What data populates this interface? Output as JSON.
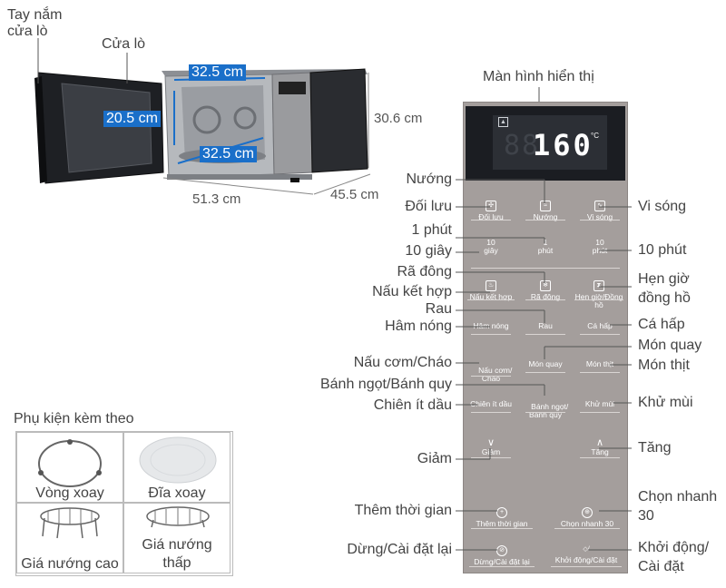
{
  "microwave": {
    "handle_label": "Tay nắm\ncửa lò",
    "door_label": "Cửa lò",
    "dims": {
      "inner_width": "32.5 cm",
      "inner_height": "20.5 cm",
      "inner_depth": "32.5 cm",
      "outer_height": "30.6 cm",
      "outer_width": "51.3 cm",
      "outer_depth": "45.5 cm"
    }
  },
  "panel": {
    "display_label": "Màn hình hiển thị",
    "display_value": "160",
    "display_unit": "°C",
    "buttons": {
      "doi_luu": "Đối lưu",
      "nuong": "Nướng",
      "vi_song": "Vi sóng",
      "b10_giay": "10\ngiây",
      "b1_phut": "1\nphút",
      "b10_phut": "10\nphút",
      "nau_ket_hop": "Nấu kết hợp",
      "ra_dong": "Rã đông",
      "hen_gio": "Hẹn giờ/Đồng hồ",
      "ham_nong": "Hâm nóng",
      "rau": "Rau",
      "ca_hap": "Cá hấp",
      "nau_com": "Nấu cơm/\nCháo",
      "mon_quay": "Món quay",
      "mon_thit": "Món thịt",
      "chien_it_dau": "Chiên ít dầu",
      "banh_ngot": "Bánh ngọt/\nBánh quy",
      "khu_mui": "Khử mùi",
      "giam": "Giảm",
      "tang": "Tăng",
      "them_thoi_gian": "Thêm thời gian",
      "chon_nhanh": "Chọn nhanh 30",
      "dung": "Dừng/Cài đặt lại",
      "khoi_dong": "Khởi động/Cài đặt"
    }
  },
  "labels_left": {
    "nuong": "Nướng",
    "doi_luu": "Đối lưu",
    "mot_phut": "1 phút",
    "muoi_giay": "10 giây",
    "ra_dong": "Rã đông",
    "nau_ket_hop": "Nấu kết hợp",
    "rau": "Rau",
    "ham_nong": "Hâm nóng",
    "nau_com": "Nấu cơm/Cháo",
    "banh_ngot": "Bánh ngọt/Bánh quy",
    "chien_it_dau": "Chiên ít dầu",
    "giam": "Giảm",
    "them_thoi_gian": "Thêm thời gian",
    "dung": "Dừng/Cài đặt lại"
  },
  "labels_right": {
    "vi_song": "Vi sóng",
    "muoi_phut": "10 phút",
    "hen_gio": "Hẹn giờ\nđồng hồ",
    "ca_hap": "Cá hấp",
    "mon_quay": "Món quay",
    "mon_thit": "Món thịt",
    "khu_mui": "Khử mùi",
    "tang": "Tăng",
    "chon_nhanh": "Chọn nhanh\n30",
    "khoi_dong": "Khởi động/\nCài đặt"
  },
  "accessories": {
    "title": "Phụ kiện kèm theo",
    "items": [
      "Vòng xoay",
      "Đĩa xoay",
      "Giá nướng cao",
      "Giá nướng\nthấp"
    ]
  },
  "colors": {
    "highlight": "#1a6fc9",
    "panel": "#a49e9c",
    "display_bg": "#1b1d22",
    "body_dark": "#2a2c30"
  }
}
